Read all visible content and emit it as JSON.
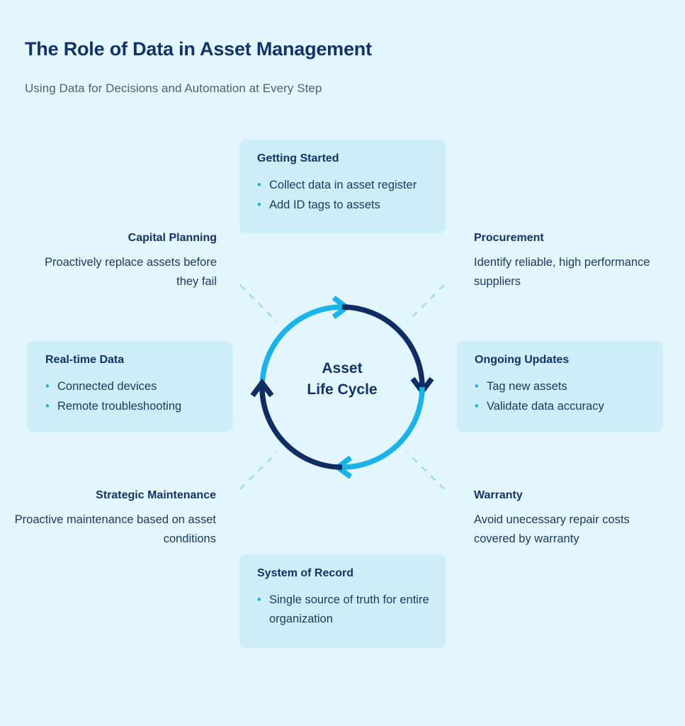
{
  "header": {
    "title": "The Role of Data in Asset Management",
    "subtitle": "Using Data for Decisions and Automation at Every Step"
  },
  "cycle": {
    "center_label_line1": "Asset",
    "center_label_line2": "Life Cycle",
    "arcs": [
      {
        "name": "arc-left-top",
        "from_oclock": 9,
        "to_oclock": 12,
        "color": "#18b4e9",
        "arrow_at": "top"
      },
      {
        "name": "arc-top-right",
        "from_oclock": 12,
        "to_oclock": 3,
        "color": "#0f2d64",
        "arrow_at": "right"
      },
      {
        "name": "arc-right-bottom",
        "from_oclock": 3,
        "to_oclock": 6,
        "color": "#18b4e9",
        "arrow_at": "bottom"
      },
      {
        "name": "arc-bottom-left",
        "from_oclock": 6,
        "to_oclock": 9,
        "color": "#0f2d64",
        "arrow_at": "left"
      }
    ],
    "spoke_count": 4,
    "spoke_color": "#9adcf2"
  },
  "cards": [
    {
      "id": "getting-started",
      "title": "Getting Started",
      "bullets": [
        "Collect data in asset register",
        "Add ID tags to assets"
      ]
    },
    {
      "id": "realtime-data",
      "title": "Real-time Data",
      "bullets": [
        "Connected devices",
        "Remote troubleshooting"
      ]
    },
    {
      "id": "ongoing-updates",
      "title": "Ongoing Updates",
      "bullets": [
        "Tag new assets",
        "Validate data accuracy"
      ]
    },
    {
      "id": "system-record",
      "title": "System of Record",
      "bullets": [
        "Single source of truth for entire organization"
      ]
    }
  ],
  "textblocks": [
    {
      "id": "capital-planning",
      "title": "Capital Planning",
      "body": "Proactively replace assets before they fail",
      "align": "right"
    },
    {
      "id": "procurement",
      "title": "Procurement",
      "body": "Identify reliable, high performance suppliers",
      "align": "left"
    },
    {
      "id": "strategic-maintenance",
      "title": "Strategic Maintenance",
      "body": "Proactive maintenance based on asset conditions",
      "align": "right"
    },
    {
      "id": "warranty",
      "title": "Warranty",
      "body": "Avoid unecessary repair costs covered by warranty",
      "align": "left"
    }
  ],
  "colors": {
    "page_background": "#e4f6fd",
    "card_background": "#cdeef9",
    "navy": "#11336b",
    "arc_navy": "#0f2d64",
    "cyan": "#18b4e9",
    "body_text": "#1c3a66",
    "subtitle_text": "#53606e"
  }
}
